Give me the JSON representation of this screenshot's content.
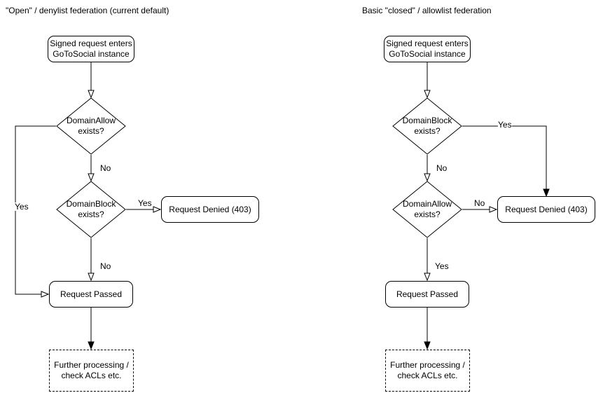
{
  "canvas": {
    "background": "#ffffff",
    "line_color": "#000000",
    "text_color": "#000000"
  },
  "diagrams": [
    {
      "title": "\"Open\" / denylist federation (current default)",
      "nodes": {
        "start": "Signed request enters\nGoToSocial instance",
        "decision1": "DomainAllow\nexists?",
        "decision2": "DomainBlock\nexists?",
        "denied": "Request Denied (403)",
        "passed": "Request Passed",
        "further": "Further processing /\ncheck ACLs etc."
      },
      "edges": {
        "decision1_yes": "Yes",
        "decision1_no": "No",
        "decision2_yes": "Yes",
        "decision2_no": "No"
      }
    },
    {
      "title": "Basic \"closed\" / allowlist federation",
      "nodes": {
        "start": "Signed request enters\nGoToSocial instance",
        "decision1": "DomainBlock\nexists?",
        "decision2": "DomainAllow\nexists?",
        "denied": "Request Denied (403)",
        "passed": "Request Passed",
        "further": "Further processing /\ncheck ACLs etc."
      },
      "edges": {
        "decision1_yes": "Yes",
        "decision1_no": "No",
        "decision2_no": "No",
        "decision2_yes": "Yes"
      }
    }
  ]
}
